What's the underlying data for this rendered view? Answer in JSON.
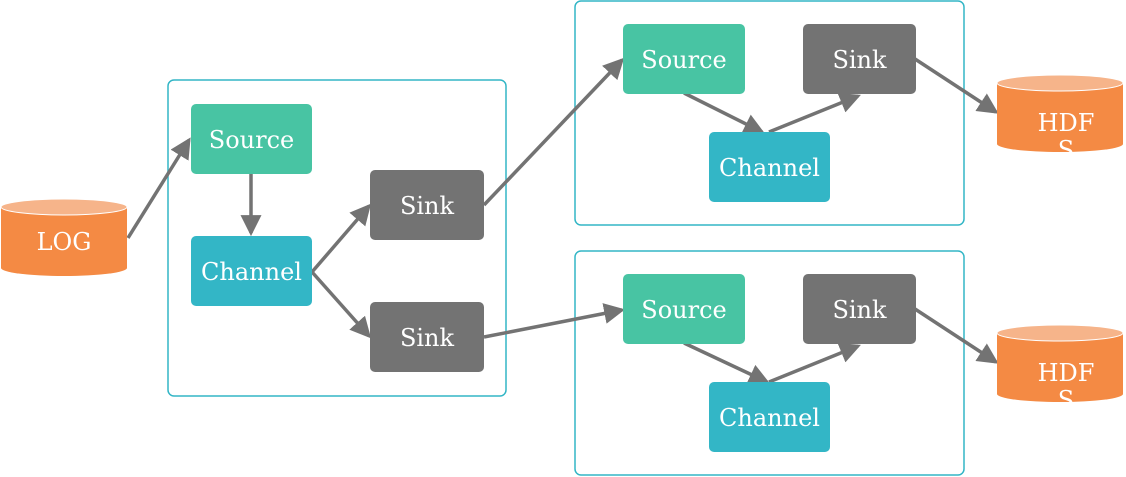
{
  "colors": {
    "source": "#48c4a3",
    "channel": "#33b6c6",
    "sink": "#737373",
    "storage": "#f48a44",
    "storage_top": "#f6b48a",
    "agent_border": "#33b6c6",
    "arrow": "#737373",
    "text": "#ffffff"
  },
  "log": {
    "label": "LOG"
  },
  "agent1": {
    "source_label": "Source",
    "channel_label": "Channel",
    "sink1_label": "Sink",
    "sink2_label": "Sink"
  },
  "agent2": {
    "source_label": "Source",
    "channel_label": "Channel",
    "sink_label": "Sink"
  },
  "agent3": {
    "source_label": "Source",
    "channel_label": "Channel",
    "sink_label": "Sink"
  },
  "hdfs1": {
    "label_line1": "HDF",
    "label_line2": "S"
  },
  "hdfs2": {
    "label_line1": "HDF",
    "label_line2": "S"
  }
}
